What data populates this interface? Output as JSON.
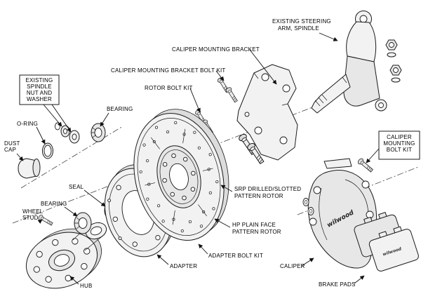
{
  "labels": {
    "existing_steering": [
      "EXISTING STEERING",
      "ARM, SPINDLE"
    ],
    "caliper_mounting_bracket": [
      "CALIPER MOUNTING BRACKET"
    ],
    "caliper_mounting_bracket_bolt_kit": [
      "CALIPER MOUNTING BRACKET BOLT KIT"
    ],
    "rotor_bolt_kit": [
      "ROTOR BOLT KIT"
    ],
    "existing_spindle_nut_and_washer": [
      "EXISTING",
      "SPINDLE",
      "NUT AND",
      "WASHER"
    ],
    "bearing_upper": [
      "BEARING"
    ],
    "o_ring": [
      "O-RING"
    ],
    "dust_cap": [
      "DUST",
      "CAP"
    ],
    "seal": [
      "SEAL"
    ],
    "bearing_lower": [
      "BEARING"
    ],
    "wheel_stud": [
      "WHEEL",
      "STUD"
    ],
    "hub": [
      "HUB"
    ],
    "adapter": [
      "ADAPTER"
    ],
    "adapter_bolt_kit": [
      "ADAPTER BOLT KIT"
    ],
    "srp_rotor": [
      "SRP DRILLED/SLOTTED",
      "PATTERN ROTOR"
    ],
    "hp_rotor": [
      "HP PLAIN FACE",
      "PATTERN ROTOR"
    ],
    "caliper_mounting_bolt_kit": [
      "CALIPER",
      "MOUNTING",
      "BOLT KIT"
    ],
    "caliper": [
      "CALIPER"
    ],
    "brake_pads": [
      "BRAKE PADS"
    ]
  },
  "brand": {
    "caliper_logo": "wilwood",
    "pad_logo": "wilwood"
  },
  "colors": {
    "line": "#1a1a1a",
    "background": "#ffffff",
    "fill_light": "#f2f2f2"
  }
}
